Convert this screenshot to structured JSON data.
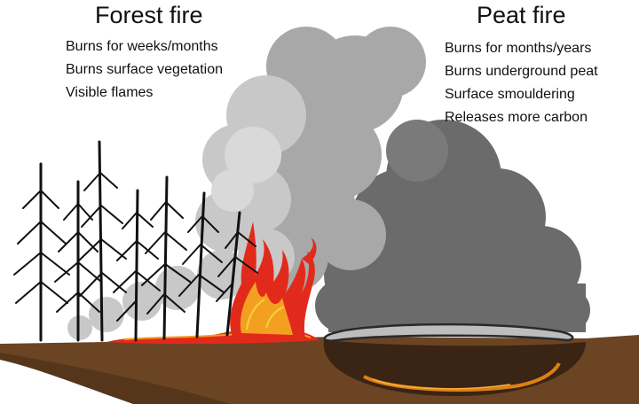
{
  "forest": {
    "title": "Forest fire",
    "bullets": [
      "Burns for weeks/months",
      "Burns surface vegetation",
      "Visible flames"
    ]
  },
  "peat": {
    "title": "Peat fire",
    "bullets": [
      "Burns for months/years",
      "Burns underground peat",
      "Surface smouldering",
      "Releases more carbon"
    ]
  },
  "colors": {
    "ground": "#6b4423",
    "peat_pit": "#3a2414",
    "flame_red": "#e22a1c",
    "flame_orange": "#f3a021",
    "light_smoke": "#c4c4c4",
    "dark_smoke": "#6a6a6a",
    "tree": "#111111"
  }
}
